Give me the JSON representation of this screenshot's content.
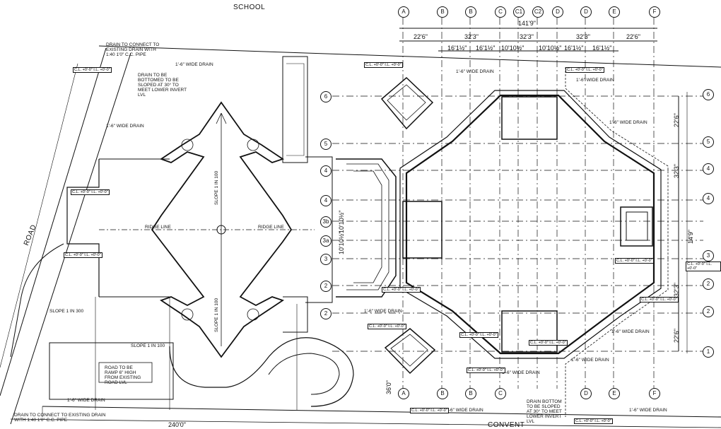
{
  "labels": {
    "top_neighbor": "SCHOOL",
    "bottom_neighbor": "CONVENT",
    "road": "ROAD",
    "ridge_left": "RIDGE LINE",
    "ridge_right": "RIDGE LINE",
    "slope_upper": "SLOPE 1 IN 100",
    "slope_lower": "SLOPE 1 IN 100",
    "slope_left": "SLOPE 1 IN 300",
    "slope_small": "SLOPE 1 IN 100",
    "drain_note_top": "DRAIN TO BE BOTTOMED TO BE SLOPED AT 30° TO MEET LOWER INVERT LVL",
    "drain_note_bottom": "DRAIN BOTTOM TO BE SLOPED AT 30° TO MEET LOWER INVERT LVL",
    "drain_connect_top": "DRAIN TO CONNECT TO EXISTING DRAIN WITH 1:40 1'0\" C.C. PIPE",
    "drain_connect_bottom": "DRAIN TO CONNECT TO EXISTING DRAIN WITH 1:40 1'0\" C.C. PIPE",
    "road_note": "ROAD TO BE RAMP 6\" HIGH FROM EXISTING ROAD LVL",
    "wide_drain": "1'-6\" WIDE DRAIN",
    "wide_drain_list": [
      "1'-6\" WIDE DRAIN",
      "1'-6\" WIDE DRAIN",
      "1'-6\" WIDE DRAIN",
      "1'-6\" WIDE DRAIN",
      "1'-6\" WIDE DRAIN",
      "1'-6\" WIDE DRAIN",
      "1'-6\" WIDE DRAIN",
      "1'-6\" WIDE DRAIN",
      "1'-6\" WIDE DRAIN",
      "1'-6\" WIDE DRAIN",
      "1'-6\" WIDE DRAIN",
      "1'-6\" WIDE DRAIN"
    ],
    "level_tag": "C.L. +0'-0\" I.L. +0'-0\""
  },
  "grid_columns_top": [
    "A",
    "B",
    "B",
    "C",
    "C1",
    "C2",
    "D",
    "D",
    "E",
    "F"
  ],
  "grid_columns_bottom": [
    "A",
    "B",
    "B",
    "C",
    "D",
    "E",
    "F"
  ],
  "grid_rows_left": [
    "6",
    "5",
    "4",
    "4",
    "3b",
    "3a",
    "3",
    "2",
    "2"
  ],
  "grid_rows_right": [
    "6",
    "5",
    "4",
    "4",
    "3",
    "2",
    "2",
    "1"
  ],
  "dimensions": {
    "overall_top": "141'9\"",
    "top_segments": [
      "22'6\"",
      "32'3\"",
      "32'3\"",
      "32'3\"",
      "22'6\""
    ],
    "top_sub_segments": [
      "16'1½\"",
      "16'1½\"",
      "10'10½\"",
      "10'10½\"",
      "16'1½\"",
      "16'1½\""
    ],
    "right_segments": [
      "22'6\"",
      "32'3\"",
      "14'9\"",
      "32'3\"",
      "22'6\""
    ],
    "left_small": [
      "10'10½\"",
      "10'10½\""
    ],
    "bottom_overall": "240'0\"",
    "bottom_left": "36'0\""
  },
  "colors": {
    "ink": "#111111",
    "paper": "#ffffff"
  }
}
